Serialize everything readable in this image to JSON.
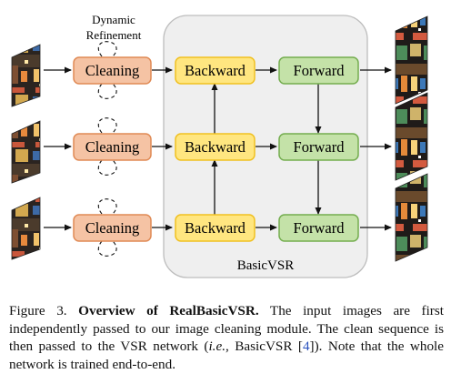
{
  "diagram": {
    "dynamic_refinement_label_line1": "Dynamic",
    "dynamic_refinement_label_line2": "Refinement",
    "basicvsr_label": "BasicVSR",
    "rows": [
      {
        "cleaning": "Cleaning",
        "backward": "Backward",
        "forward": "Forward"
      },
      {
        "cleaning": "Cleaning",
        "backward": "Backward",
        "forward": "Forward"
      },
      {
        "cleaning": "Cleaning",
        "backward": "Backward",
        "forward": "Forward"
      }
    ],
    "colors": {
      "cleaning_fill": "#f5c3a4",
      "cleaning_stroke": "#e08a55",
      "backward_fill": "#ffe680",
      "backward_stroke": "#f0c020",
      "forward_fill": "#c4e2a8",
      "forward_stroke": "#74ad4f",
      "basicvsr_fill": "#efefef",
      "basicvsr_stroke": "#bdbdbd"
    }
  },
  "caption": {
    "fig_label": "Figure 3. ",
    "bold_title": "Overview of RealBasicVSR.",
    "text_a": " The input images are first independently passed to our image cleaning module.  The clean sequence is then passed to the VSR network (",
    "ie": "i.e.",
    "text_b": ", BasicVSR [",
    "ref": "4",
    "text_c": "]). Note that the whole network is trained end-to-end."
  }
}
